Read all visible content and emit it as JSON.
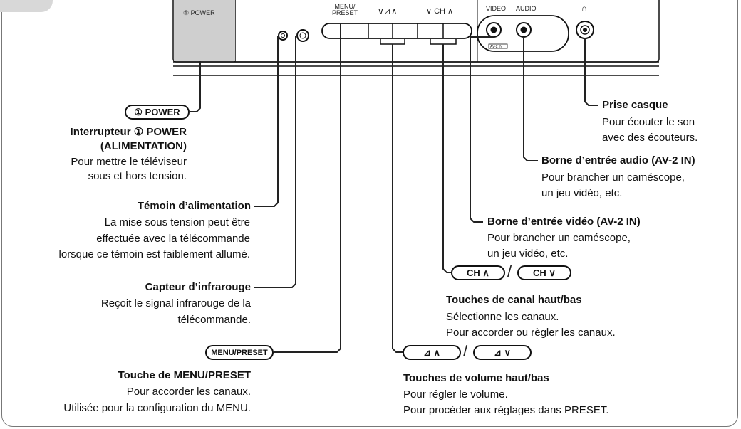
{
  "panel": {
    "power_label": "① POWER",
    "menu_label_top": "MENU/",
    "menu_label_bottom": "PRESET",
    "vol_symbol": "∨⊿∧",
    "ch_symbol": "∨ CH ∧",
    "video_label": "VIDEO",
    "audio_label": "AUDIO",
    "headphone_symbol": "∩",
    "av2_label": "AV-2 IN"
  },
  "callouts": {
    "power_badge": "① POWER",
    "power_title_1": "Interrupteur ① POWER",
    "power_title_2": "(ALIMENTATION)",
    "power_desc_1": "Pour mettre le téléviseur",
    "power_desc_2": "sous et hors tension.",
    "indicator_title": "Témoin d’alimentation",
    "indicator_desc_1": "La mise sous tension peut être",
    "indicator_desc_2": "effectuée avec la télécommande",
    "indicator_desc_3": "lorsque ce témoin est faiblement allumé.",
    "ir_title": "Capteur d’infrarouge",
    "ir_desc_1": "Reçoit le signal infrarouge de la",
    "ir_desc_2": "télécommande.",
    "menu_badge": "MENU/PRESET",
    "menu_title": "Touche de MENU/PRESET",
    "menu_desc_1": "Pour accorder les canaux.",
    "menu_desc_2": "Utilisée pour la configuration du MENU.",
    "headphone_title": "Prise casque",
    "headphone_desc_1": "Pour écouter le son",
    "headphone_desc_2": "avec des écouteurs.",
    "audio_title": "Borne d’entrée audio (AV-2 IN)",
    "audio_desc_1": "Pour brancher un caméscope,",
    "audio_desc_2": "un jeu vidéo, etc.",
    "video_title": "Borne d’entrée vidéo (AV-2 IN)",
    "video_desc_1": "Pour brancher un caméscope,",
    "video_desc_2": "un jeu vidéo, etc.",
    "ch_up_badge": "CH ∧",
    "ch_down_badge": "CH ∨",
    "ch_title": "Touches de canal haut/bas",
    "ch_desc_1": "Sélectionne les canaux.",
    "ch_desc_2": "Pour accorder ou règler les canaux.",
    "vol_up_badge": "⊿ ∧",
    "vol_down_badge": "⊿ ∨",
    "vol_title": "Touches de volume haut/bas",
    "vol_desc_1": "Pour régler le volume.",
    "vol_desc_2": "Pour procéder aux réglages dans PRESET.",
    "slash": "/"
  }
}
